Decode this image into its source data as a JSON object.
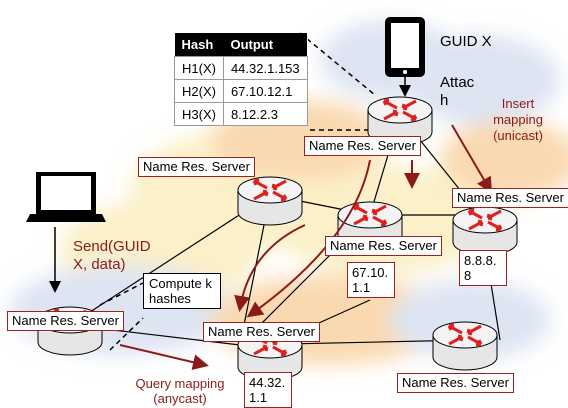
{
  "hash_table": {
    "headers": [
      "Hash",
      "Output"
    ],
    "rows": [
      [
        "H1(X)",
        "44.32.1.153"
      ],
      [
        "H2(X)",
        "67.10.12.1"
      ],
      [
        "H3(X)",
        "8.12.2.3"
      ]
    ]
  },
  "guid_label": "GUID X",
  "attach_label": "Attac h",
  "insert_label": "Insert mapping (unicast)",
  "send_label": "Send(GUID X, data)",
  "compute_label": "Compute k hashes",
  "query_label": "Query mapping (anycast)",
  "router_label": "Name Res. Server",
  "addresses": {
    "a67": "67.10.1.1",
    "a8": "8.8.8.8",
    "a44": "44.32.1.1"
  },
  "colors": {
    "arrow": "#8b1a1a",
    "router_arrow": "#e02020",
    "cloud_yellow": "#fbf0c8",
    "cloud_orange": "#fad9b0",
    "cloud_blue": "#dde4f2"
  }
}
